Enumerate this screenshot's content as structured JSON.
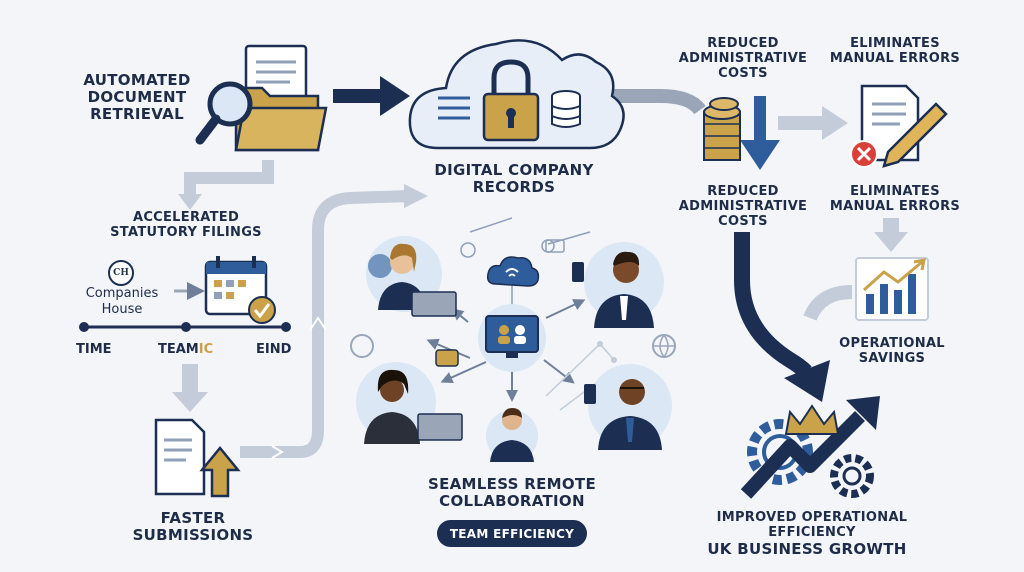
{
  "labels": {
    "auto_retrieval": "AUTOMATED DOCUMENT RETRIEVAL",
    "digital_records": "DIGITAL COMPANY RECORDS",
    "reduced_costs_top": "REDUCED ADMINISTRATIVE COSTS",
    "eliminates_top": "ELIMINATES MANUAL ERRORS",
    "reduced_costs_mid": "REDUCED ADMINISTRATIVE COSTS",
    "eliminates_mid": "ELIMINATES MANUAL ERRORS",
    "accelerated": "ACCELERATED STATUTORY FILINGS",
    "companies_house": "Companies House",
    "ch_logo": "CH",
    "operational_savings": "OPERATIONAL SAVINGS",
    "faster": "FASTER SUBMISSIONS",
    "seamless": "SEAMLESS REMOTE COLLABORATION",
    "team_efficiency": "TEAM EFFICIENCY",
    "improved": "IMPROVED OPERATIONAL EFFICIENCY",
    "uk_growth": "UK BUSINESS GROWTH"
  },
  "timeline": {
    "time": "TIME",
    "team_prefix": "TEAM",
    "team_suffix": "IC",
    "end": "EIND"
  },
  "colors": {
    "navy": "#1c2f52",
    "blue": "#2f5d9c",
    "gold": "#c9a24a",
    "light_blue": "#dbe7f5",
    "grey_arrow": "#b9c3d1",
    "red": "#d9403a",
    "background": "#f3f5f9"
  },
  "icons": [
    "folder-search-icon",
    "cloud-lock-icon",
    "coins-icon",
    "document-pencil-icon",
    "calendar-check-icon",
    "growth-chart-icon",
    "document-upload-icon",
    "crown-gear-growth-icon",
    "network-hub-icon",
    "person-avatar-icon"
  ]
}
